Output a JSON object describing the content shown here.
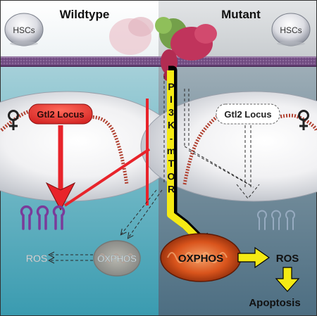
{
  "panels": {
    "left_title": "Wildtype",
    "right_title": "Mutant"
  },
  "cells": {
    "left_badge": "HSCs",
    "right_badge": "HSCs"
  },
  "pathway": {
    "label": "PI3K-mTOR",
    "letters": [
      "P",
      "I",
      "3",
      "K",
      "-",
      "m",
      "T",
      "O",
      "R"
    ]
  },
  "locus": {
    "left": "Gtl2 Locus",
    "right": "Gtl2 Locus"
  },
  "metabolism": {
    "left_oxphos": "OXPHOS",
    "left_ros": "ROS",
    "right_oxphos": "OXPHOS",
    "right_ros": "ROS",
    "apoptosis": "Apoptosis"
  },
  "colors": {
    "wildtype_bg": "#4fa8b8",
    "mutant_bg": "#5e7f90",
    "inhibition_red": "#e8232a",
    "pathway_yellow": "#f5ea14",
    "membrane_purple": "#6b3f78",
    "mitochondrion": "#d4561f",
    "rna_purple": "#7a3b9a"
  },
  "icons": {
    "female_symbol": "female-icon",
    "rna_hairpins": "microrna-icon",
    "receptor": "receptor-protein-icon"
  }
}
